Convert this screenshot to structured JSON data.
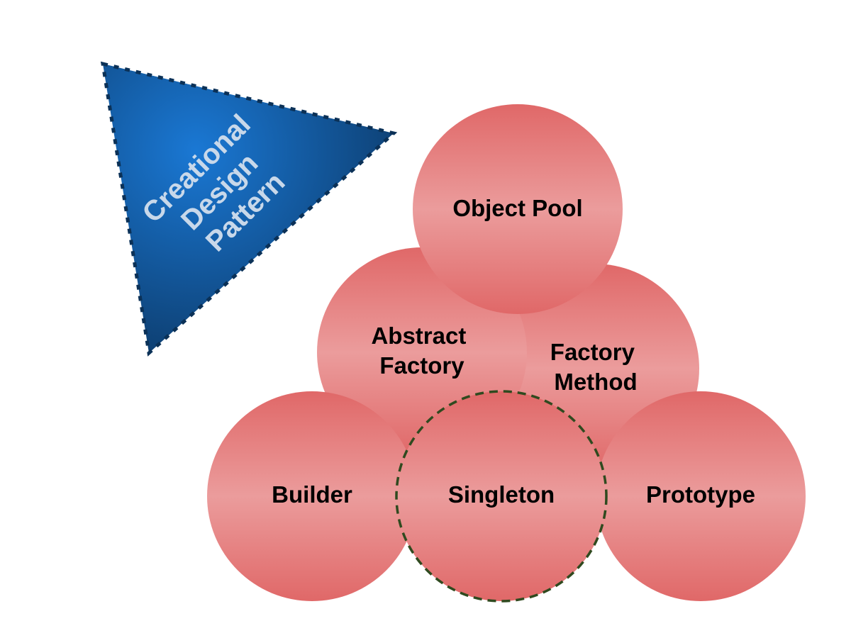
{
  "title": {
    "lines": [
      "Creational",
      "Design",
      "Pattern"
    ]
  },
  "patterns": {
    "object_pool": [
      "Object Pool"
    ],
    "abstract_factory": [
      "Abstract",
      "Factory"
    ],
    "factory_method": [
      "Factory",
      "Method"
    ],
    "builder": [
      "Builder"
    ],
    "singleton": [
      "Singleton"
    ],
    "prototype": [
      "Prototype"
    ]
  },
  "colors": {
    "circle_edge": "#e06868",
    "circle_center": "#eb9c9c",
    "triangle_center": "#1a78d4",
    "triangle_edge": "#0d3d6e",
    "triangle_border": "#0b3157",
    "triangle_text": "#c8d8ea",
    "singleton_dash": "#2f4a1f"
  }
}
